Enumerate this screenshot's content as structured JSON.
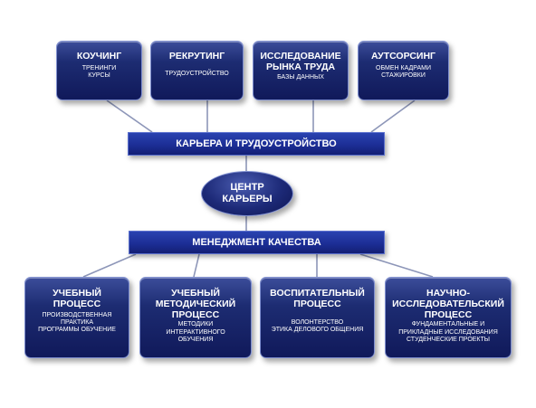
{
  "top_boxes": [
    {
      "title": [
        "КОУЧИНГ"
      ],
      "sub": [
        "ТРЕНИНГИ",
        "КУРСЫ"
      ]
    },
    {
      "title": [
        "РЕКРУТИНГ"
      ],
      "sub": [
        "ТРУДОУСТРОЙСТВО"
      ]
    },
    {
      "title": [
        "ИССЛЕДОВАНИЕ",
        "РЫНКА ТРУДА"
      ],
      "sub": [
        "БАЗЫ ДАННЫХ"
      ]
    },
    {
      "title": [
        "АУТСОРСИНГ"
      ],
      "sub": [
        "ОБМЕН КАДРАМИ",
        "СТАЖИРОВКИ"
      ]
    }
  ],
  "career_bar": "КАРЬЕРА И ТРУДОУСТРОЙСТВО",
  "center": [
    "ЦЕНТР",
    "КАРЬЕРЫ"
  ],
  "quality_bar": "МЕНЕДЖМЕНТ КАЧЕСТВА",
  "bottom_boxes": [
    {
      "title": [
        "УЧЕБНЫЙ",
        "ПРОЦЕСС"
      ],
      "sub": [
        "ПРОИЗВОДСТВЕННАЯ",
        "ПРАКТИКА",
        "ПРОГРАММЫ ОБУЧЕНИЕ"
      ]
    },
    {
      "title": [
        "УЧЕБНЫЙ",
        "МЕТОДИЧЕСКИЙ",
        "ПРОЦЕСС"
      ],
      "sub": [
        "МЕТОДИКИ",
        "ИНТЕРАКТИВНОГО",
        "ОБУЧЕНИЯ"
      ]
    },
    {
      "title": [
        "ВОСПИТАТЕЛЬНЫЙ",
        "ПРОЦЕСС"
      ],
      "sub": [
        "ВОЛОНТЕРСТВО",
        "ЭТИКА ДЕЛОВОГО ОБЩЕНИЯ"
      ]
    },
    {
      "title": [
        "НАУЧНО-",
        "ИССЛЕДОВАТЕЛЬСКИЙ",
        "ПРОЦЕСС"
      ],
      "sub": [
        "ФУНДАМЕНТАЛЬНЫЕ И",
        "ПРИКЛАДНЫЕ ИССЛЕДОВАНИЯ",
        "СТУДЕНЧЕСКИЕ ПРОЕКТЫ"
      ]
    }
  ],
  "colors": {
    "box_dark": "#10195a",
    "bar": "#1c2e96",
    "connector": "#8d96b8"
  }
}
